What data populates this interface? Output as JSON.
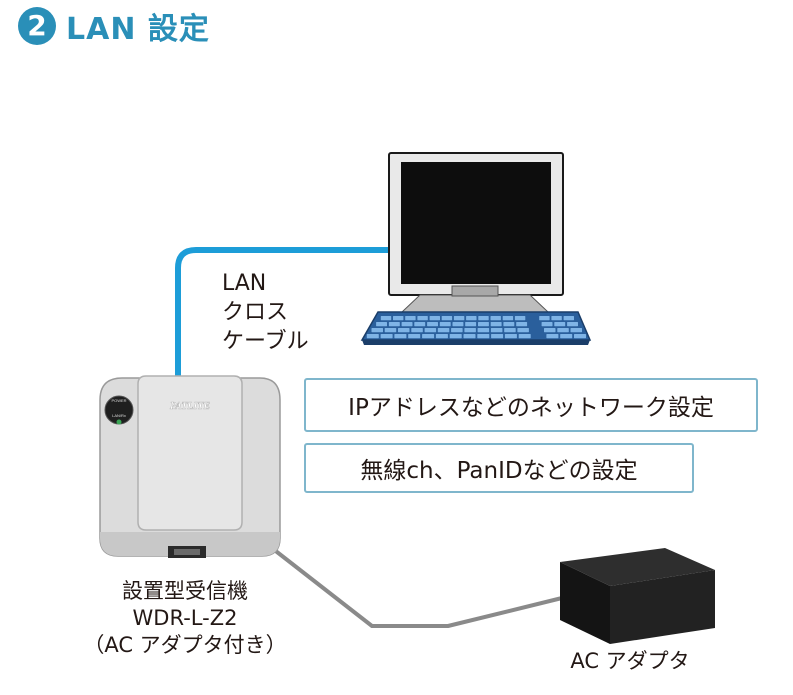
{
  "heading": {
    "step_number": "2",
    "title": "LAN 設定"
  },
  "cable": {
    "label_lines": [
      "LAN",
      "クロス",
      "ケーブル"
    ]
  },
  "device": {
    "brand": "PATLITE",
    "power_label": "POWER",
    "lan_label": "LAN/Rx",
    "caption_lines": [
      "設置型受信機",
      "WDR-L-Z2",
      "（AC アダプタ付き）"
    ]
  },
  "settings": [
    "IPアドレスなどのネットワーク設定",
    "無線ch、PanIDなどの設定"
  ],
  "adapter": {
    "caption": "AC アダプタ"
  },
  "colors": {
    "accent": "#2a8fb8",
    "lan_cable": "#1d9dd8",
    "power_cable": "#8a8a8a",
    "box_border": "#7fb6cc",
    "keyboard": "#3b7fc4"
  }
}
